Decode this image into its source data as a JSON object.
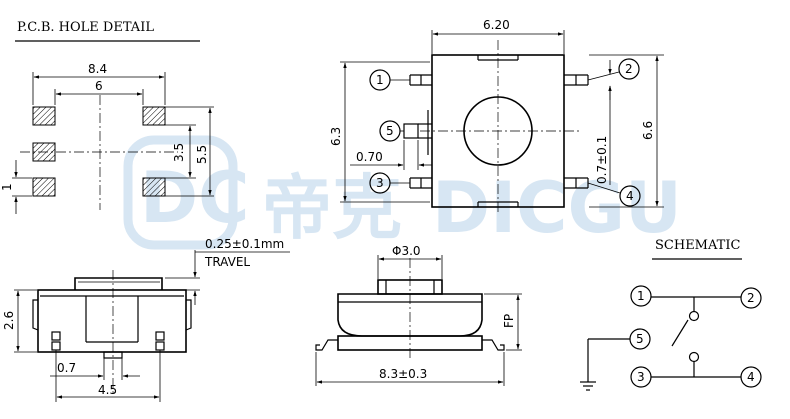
{
  "titles": {
    "pcb_hole_detail": "P.C.B. HOLE DETAIL",
    "schematic": "SCHEMATIC"
  },
  "watermark": {
    "logo_letters": "DC",
    "cn_text": "帝克",
    "en_text": "DICGU",
    "color": "#d7e6f3"
  },
  "pcb_dims": {
    "d84": "8.4",
    "d6": "6",
    "d35": "3.5",
    "d55": "5.5",
    "d1": "1"
  },
  "side_dims": {
    "travel_value": "0.25±0.1mm",
    "travel_label": "TRAVEL",
    "d26": "2.6",
    "d07": "0.7",
    "d45": "4.5"
  },
  "top_view": {
    "d620": "6.20",
    "d63": "6.3",
    "d66": "6.6",
    "d07tol": "0.7±0.1",
    "d070": "0.70",
    "pins": [
      "1",
      "2",
      "3",
      "4",
      "5"
    ]
  },
  "front_view": {
    "phi": "Φ3.0",
    "fp": "FP",
    "d83": "8.3±0.3"
  },
  "schematic_pins": [
    "1",
    "2",
    "3",
    "4",
    "5"
  ]
}
